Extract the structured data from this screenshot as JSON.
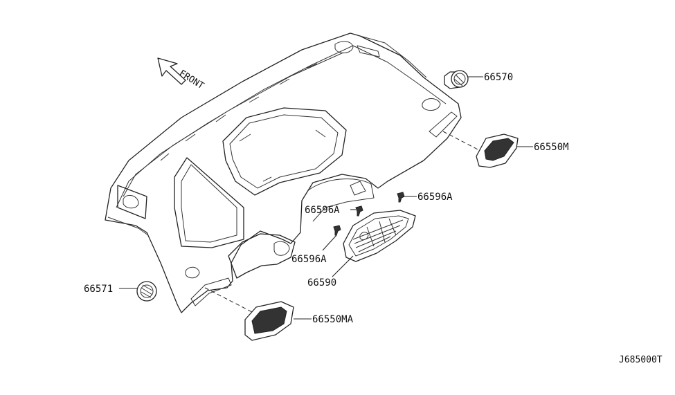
{
  "diagram": {
    "direction_label": "FRONT",
    "drawing_code": "J685000T",
    "callouts": [
      {
        "id": "c-66570",
        "label": "66570"
      },
      {
        "id": "c-66550M",
        "label": "66550M"
      },
      {
        "id": "c-66596A-right",
        "label": "66596A"
      },
      {
        "id": "c-66596A-mid",
        "label": "66596A"
      },
      {
        "id": "c-66596A-lower",
        "label": "66596A"
      },
      {
        "id": "c-66590",
        "label": "66590"
      },
      {
        "id": "c-66571",
        "label": "66571"
      },
      {
        "id": "c-66550MA",
        "label": "66550MA"
      }
    ]
  }
}
